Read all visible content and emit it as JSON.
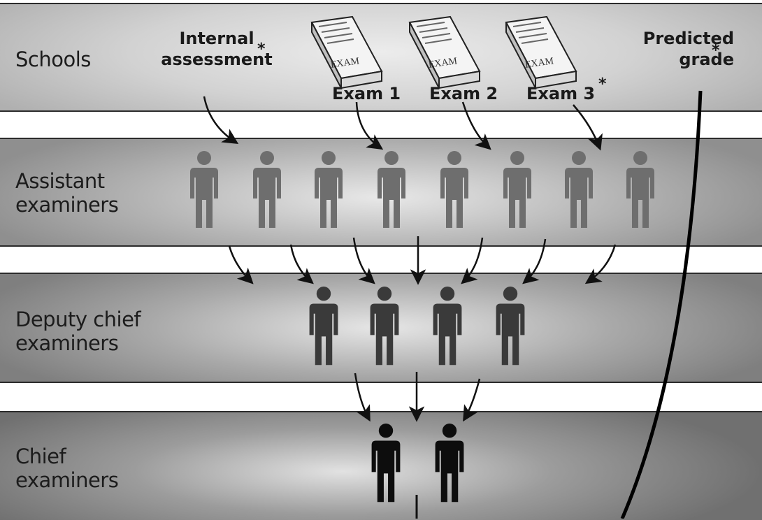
{
  "rows": {
    "schools": "Schools",
    "assistant": "Assistant\nexaminers",
    "deputy": "Deputy chief\nexaminers",
    "chief": "Chief\nexaminers"
  },
  "inputs": {
    "internal_assessment": "Internal\nassessment",
    "predicted_grade": "Predicted\ngrade",
    "asterisk": "*",
    "exams": [
      "Exam 1",
      "Exam 2",
      "Exam 3"
    ],
    "exam_book_cover": "EXAM"
  },
  "colors": {
    "assistant_figure": "#6e6e6e",
    "deputy_figure": "#3a3a3a",
    "chief_figure": "#0d0d0d",
    "arrow": "#111111",
    "band_edge": "#2b2b2b"
  }
}
